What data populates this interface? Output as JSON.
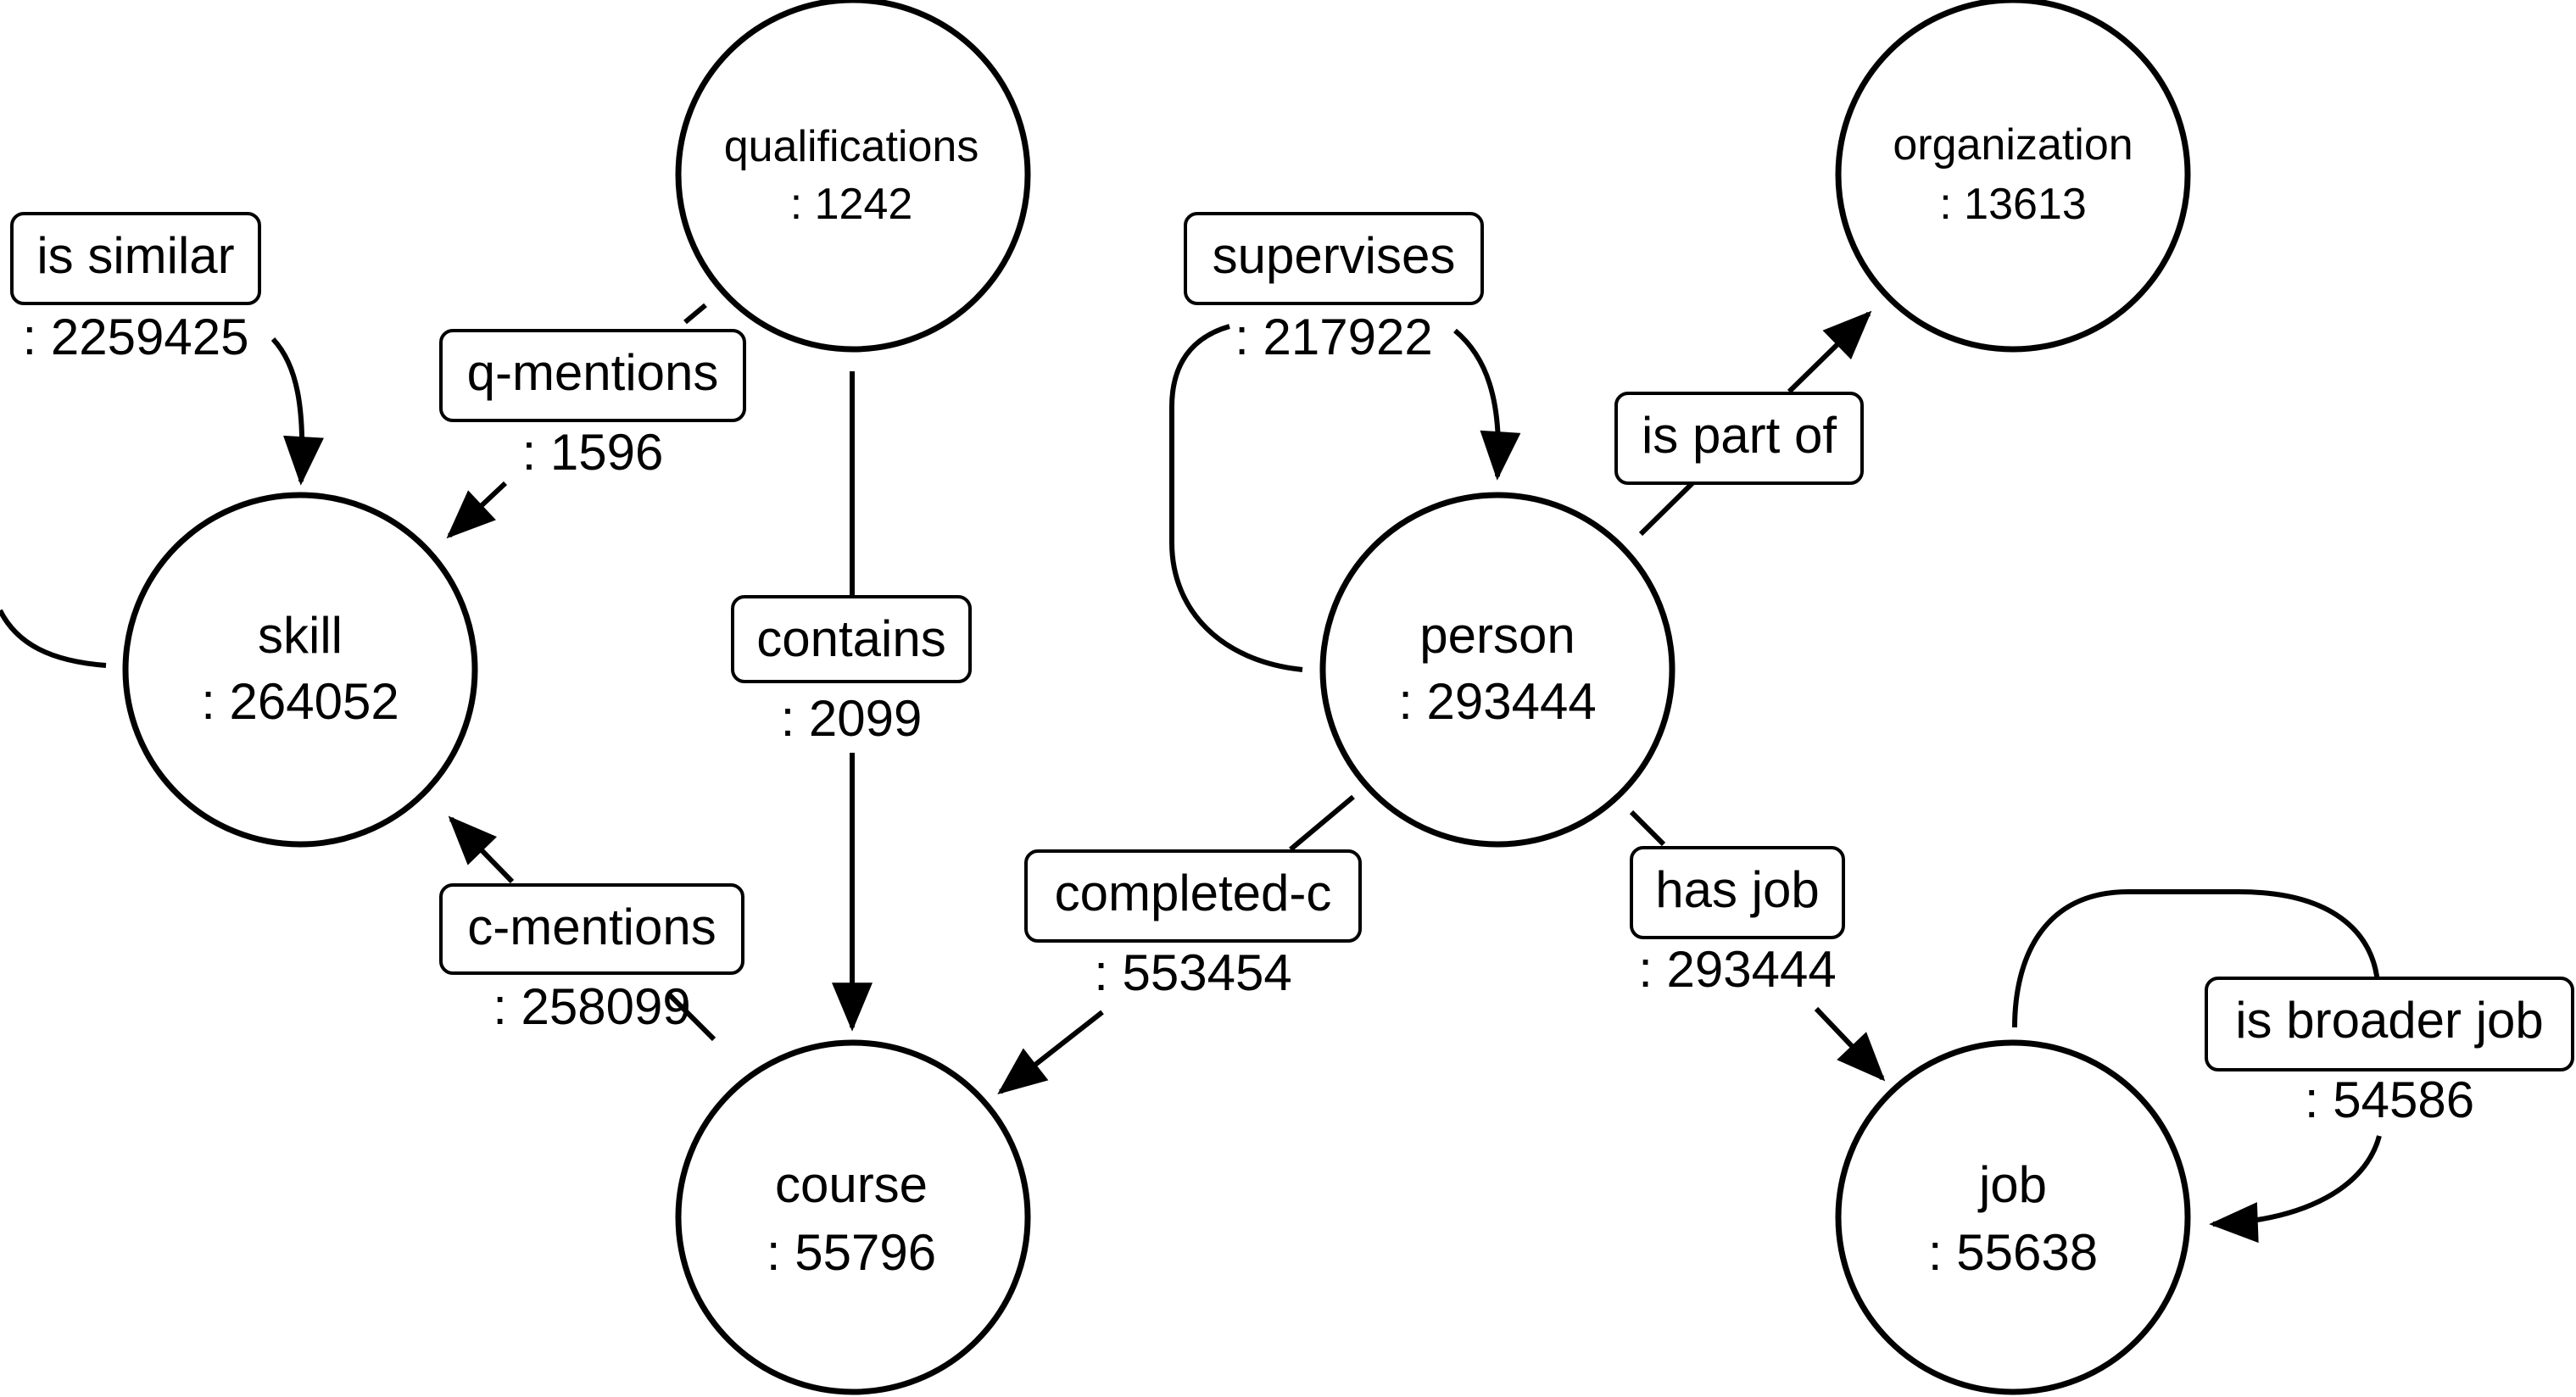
{
  "nodes": {
    "qualifications": {
      "name": "qualifications",
      "count": ": 1242"
    },
    "organization": {
      "name": "organization",
      "count": ": 13613"
    },
    "skill": {
      "name": "skill",
      "count": ": 264052"
    },
    "person": {
      "name": "person",
      "count": ": 293444"
    },
    "course": {
      "name": "course",
      "count": ": 55796"
    },
    "job": {
      "name": "job",
      "count": ": 55638"
    }
  },
  "edges": {
    "is_similar": {
      "name": "is similar",
      "count": ": 2259425"
    },
    "q_mentions": {
      "name": "q-mentions",
      "count": ": 1596"
    },
    "contains": {
      "name": "contains",
      "count": ": 2099"
    },
    "supervises": {
      "name": "supervises",
      "count": ": 217922"
    },
    "is_part_of": {
      "name": "is part of",
      "count": ""
    },
    "completed_c": {
      "name": "completed-c",
      "count": ": 553454"
    },
    "has_job": {
      "name": "has job",
      "count": ": 293444"
    },
    "c_mentions": {
      "name": "c-mentions",
      "count": ": 258099"
    },
    "is_broader_job": {
      "name": "is broader job",
      "count": ": 54586"
    }
  }
}
